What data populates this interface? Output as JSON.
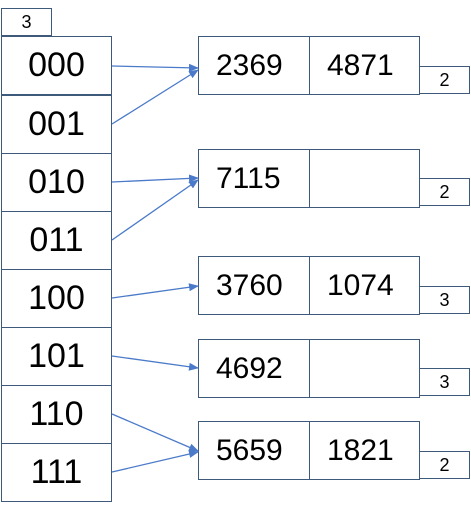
{
  "global_depth": "3",
  "directory": [
    "000",
    "001",
    "010",
    "011",
    "100",
    "101",
    "110",
    "111"
  ],
  "buckets": [
    {
      "keys": [
        "2369",
        "4871"
      ],
      "local_depth": "2"
    },
    {
      "keys": [
        "7115",
        ""
      ],
      "local_depth": "2"
    },
    {
      "keys": [
        "3760",
        "1074"
      ],
      "local_depth": "3"
    },
    {
      "keys": [
        "4692",
        ""
      ],
      "local_depth": "3"
    },
    {
      "keys": [
        "5659",
        "1821"
      ],
      "local_depth": "2"
    }
  ],
  "colors": {
    "border": "#3d5a7a",
    "arrow": "#4a7ac9"
  }
}
